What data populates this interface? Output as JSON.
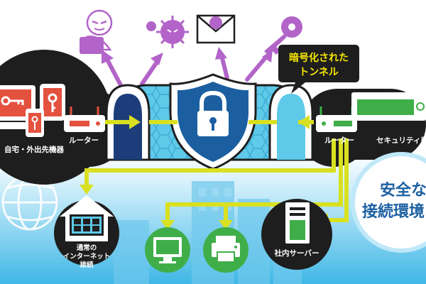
{
  "labels": {
    "home_devices": "自宅・外出先機器",
    "router_left": "ルーター",
    "router_right": "ルーター",
    "security_device": "セキュリティ用",
    "tunnel_line1": "暗号化された",
    "tunnel_line2": "トンネル",
    "secure_line1": "安全な",
    "secure_line2": "接続環境",
    "internet_line1": "通常の",
    "internet_line2": "インターネット",
    "internet_line3": "接続",
    "company_server": "社内サーバー"
  },
  "icons": {
    "threats": [
      "hacker-icon",
      "virus-icon",
      "email-virus-icon",
      "key-icon"
    ],
    "shield": "lock-shield-icon",
    "globe": "globe-icon",
    "home": "home-monitor-icon",
    "pc": "monitor-icon",
    "printer": "printer-icon",
    "server": "server-icon"
  },
  "colors": {
    "purple": "#b264c8",
    "yellow_green": "#d9e021",
    "shield_blue": "#1c5fa0",
    "tunnel_cyan": "#5ec9e8",
    "device_red": "#e4513f",
    "device_green": "#3fae49",
    "dark": "#1e1e1e",
    "sky": "#3fb7e6"
  }
}
